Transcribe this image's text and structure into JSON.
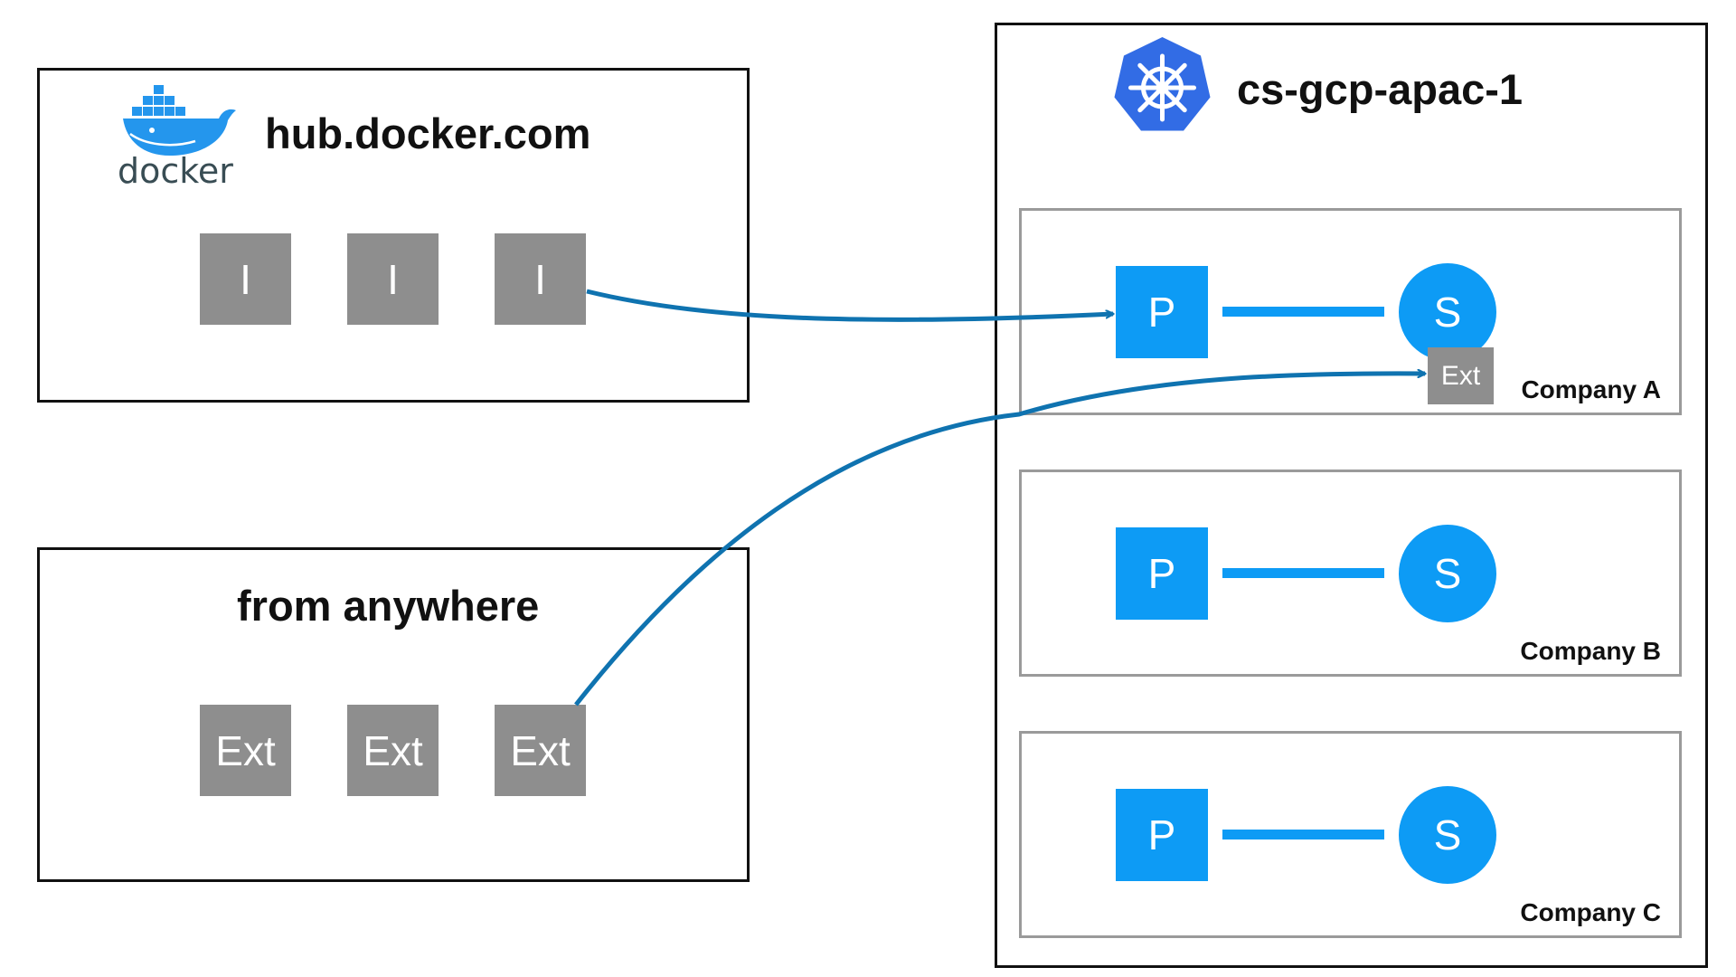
{
  "registry": {
    "title": "hub.docker.com",
    "logo_wordmark": "docker",
    "image_label": "I",
    "images": [
      "I",
      "I",
      "I"
    ]
  },
  "sources": {
    "title": "from anywhere",
    "extensions": [
      "Ext",
      "Ext",
      "Ext"
    ]
  },
  "cluster": {
    "title": "cs-gcp-apac-1",
    "icon": "kubernetes-helm-icon",
    "companies": [
      {
        "label": "Company A",
        "p": "P",
        "s": "S",
        "ext": "Ext"
      },
      {
        "label": "Company B",
        "p": "P",
        "s": "S"
      },
      {
        "label": "Company C",
        "p": "P",
        "s": "S"
      }
    ]
  },
  "colors": {
    "accent_blue": "#0d9bf5",
    "arrow_blue": "#0f73b0",
    "tile_gray": "#8e8e8e",
    "border_black": "#111111",
    "company_border": "#9a9a9a",
    "docker_blue": "#2496ed",
    "k8s_blue": "#326ce5"
  }
}
